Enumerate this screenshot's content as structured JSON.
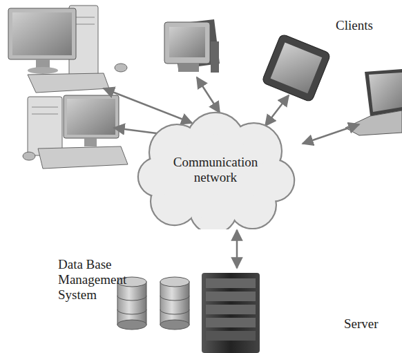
{
  "diagram": {
    "nodes": [
      {
        "text": [
          "Communication network"
        ]
      }
    ],
    "labels": [
      "Clients",
      "Data Base Management System",
      "Server"
    ]
  }
}
